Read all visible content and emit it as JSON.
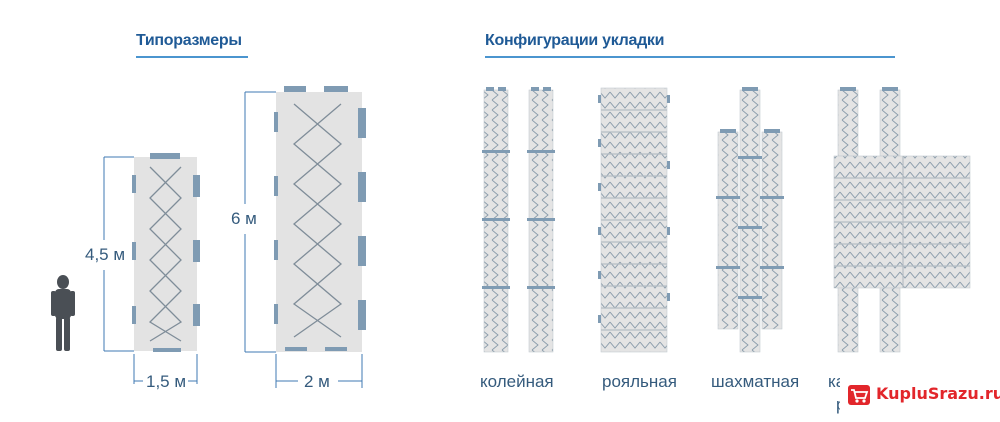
{
  "headers": {
    "sizes_title": "Типоразмеры",
    "configs_title": "Конфигурации укладки"
  },
  "dimensions": {
    "small_height": "4,5 м",
    "small_width": "1,5 м",
    "large_height": "6 м",
    "large_width": "2 м"
  },
  "configurations": [
    {
      "label": "колейная"
    },
    {
      "label": "рояльная"
    },
    {
      "label": "шахматная"
    },
    {
      "label_top": "ка",
      "label_bottom": "р"
    }
  ],
  "watermark": {
    "text": "KupluSrazu.ru",
    "icon": "cart-icon"
  },
  "colors": {
    "accent": "#1f5a96",
    "rule": "#4b95cf",
    "mat": "#e3e3e3",
    "connector": "#7f9bb3",
    "watermark": "#e2262b"
  }
}
